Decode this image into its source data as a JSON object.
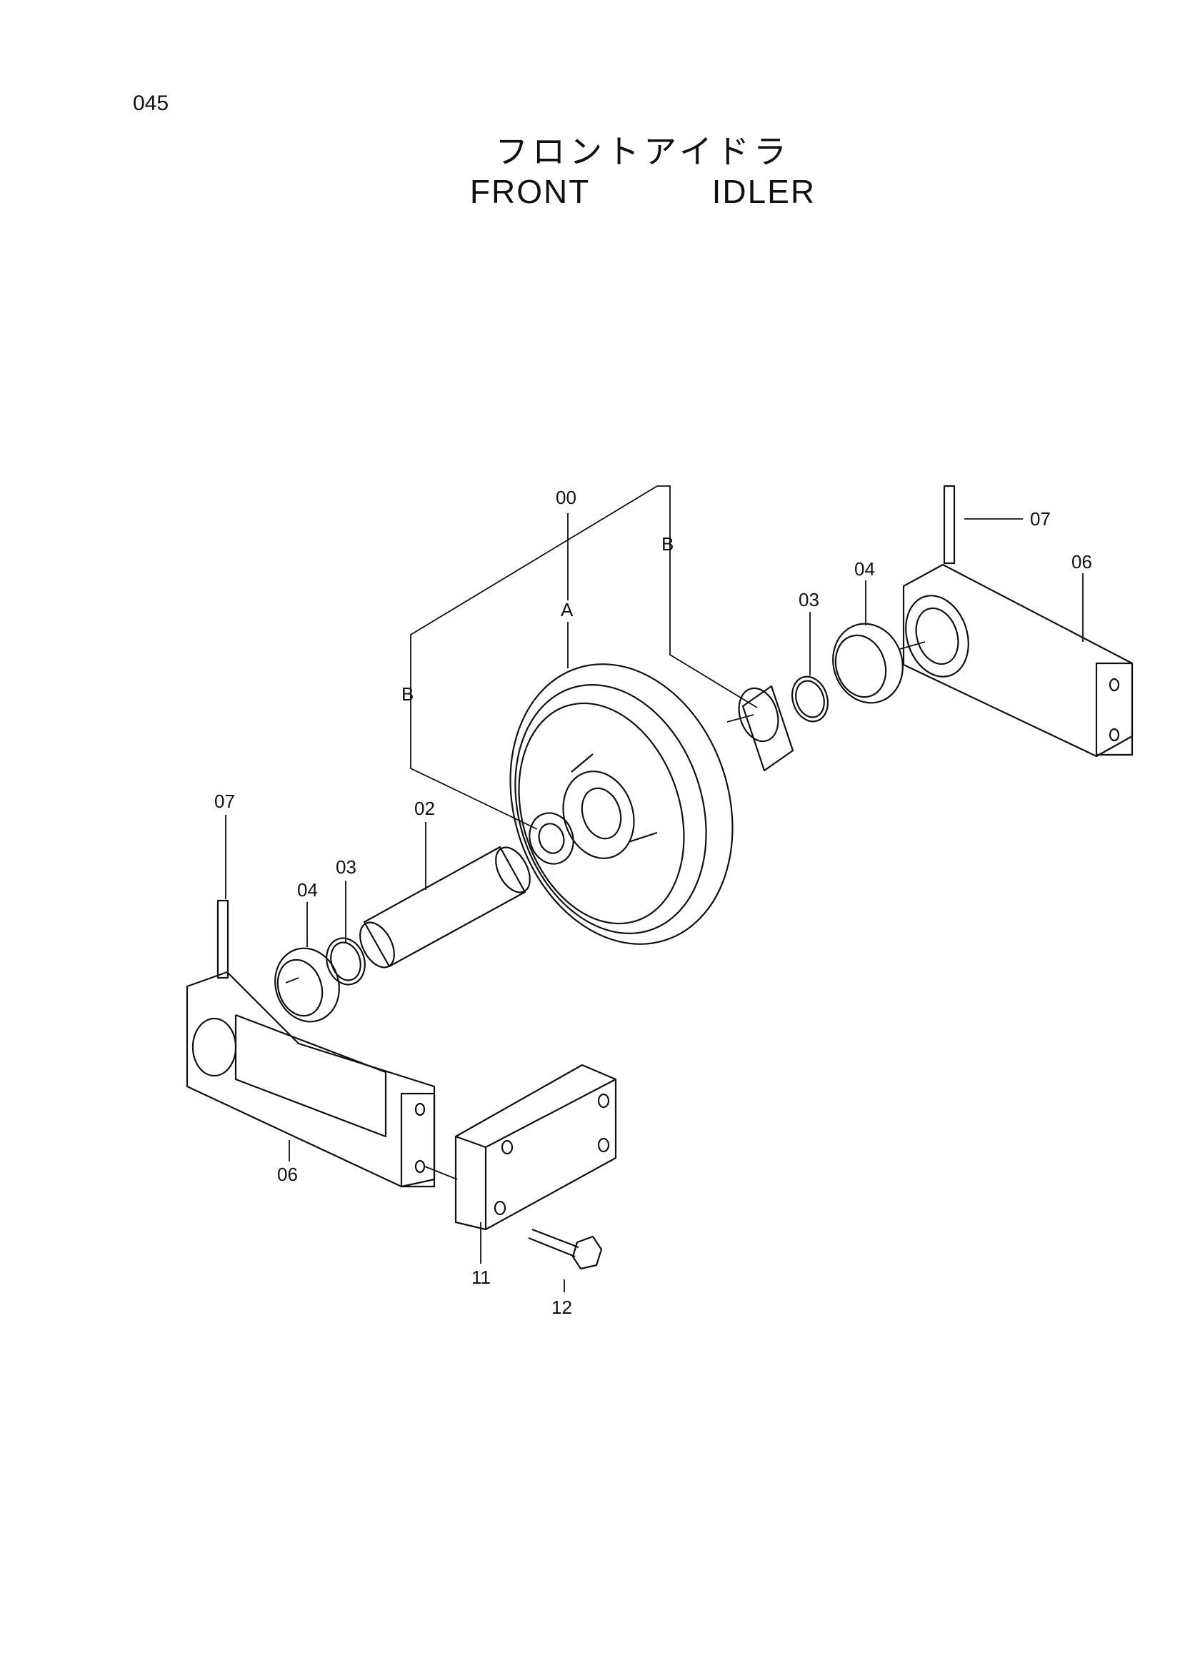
{
  "page": {
    "number": "045"
  },
  "title": {
    "japanese": "フロントアイドラ",
    "english": "FRONT    IDLER"
  },
  "callouts": [
    {
      "id": "c00",
      "label": "00"
    },
    {
      "id": "cA",
      "label": "A"
    },
    {
      "id": "cB1",
      "label": "B"
    },
    {
      "id": "cB2",
      "label": "B"
    },
    {
      "id": "c02",
      "label": "02"
    },
    {
      "id": "c03L",
      "label": "03"
    },
    {
      "id": "c03R",
      "label": "03"
    },
    {
      "id": "c04L",
      "label": "04"
    },
    {
      "id": "c04R",
      "label": "04"
    },
    {
      "id": "c06L",
      "label": "06"
    },
    {
      "id": "c06R",
      "label": "06"
    },
    {
      "id": "c07L",
      "label": "07"
    },
    {
      "id": "c07R",
      "label": "07"
    },
    {
      "id": "c11",
      "label": "11"
    },
    {
      "id": "c12",
      "label": "12"
    }
  ]
}
